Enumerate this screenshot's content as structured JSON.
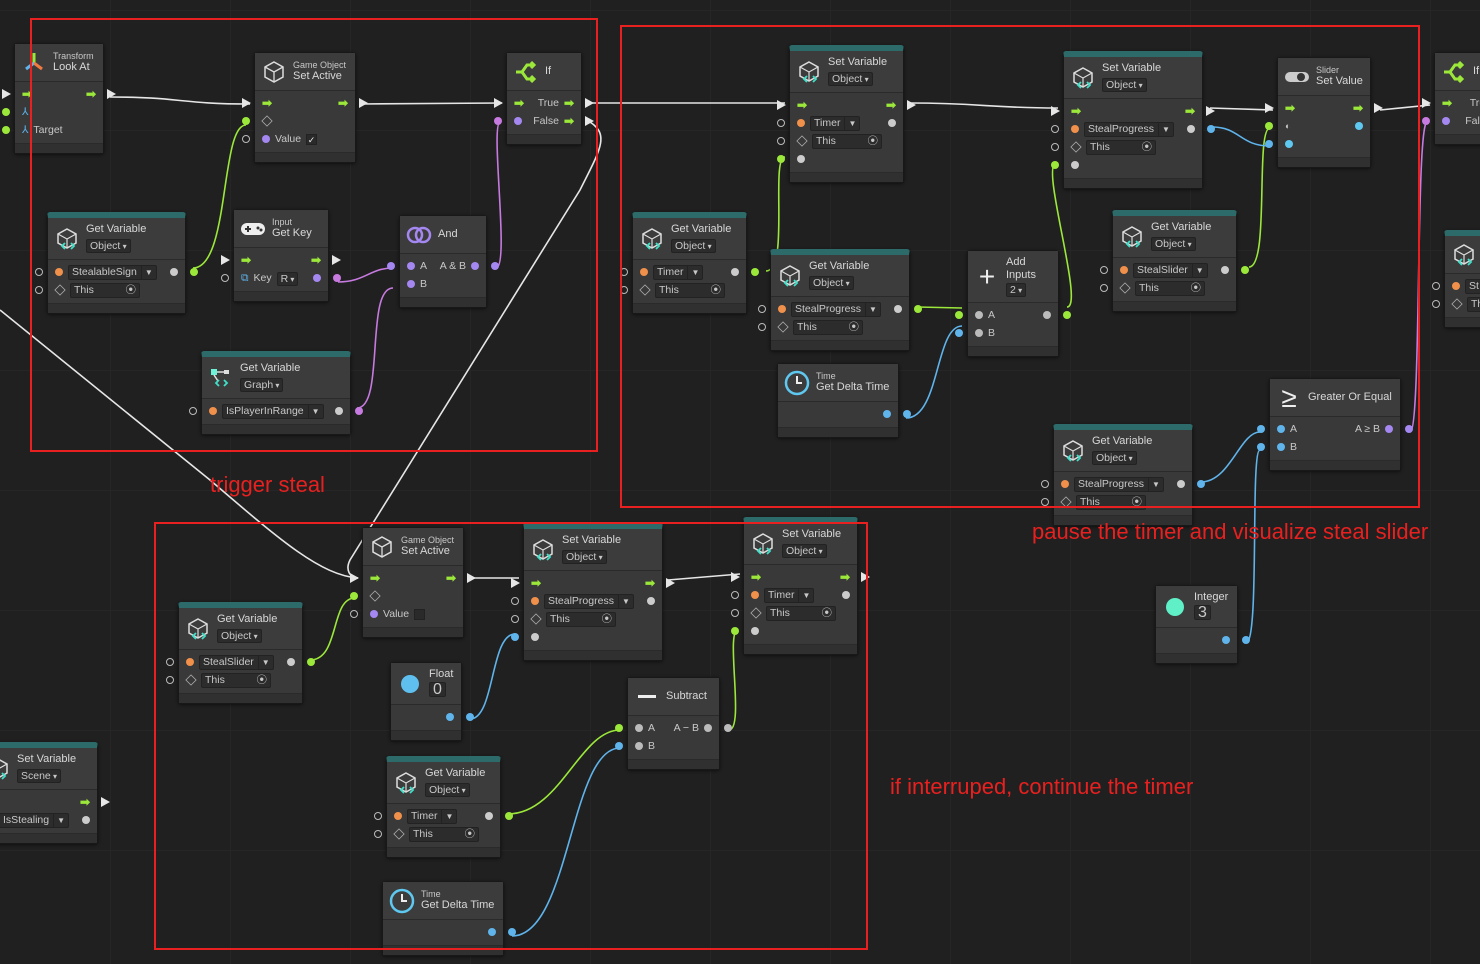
{
  "annotations": {
    "trigger": "trigger steal",
    "pause": "pause the timer and visualize steal slider",
    "interrupt": "if interruped, continue the timer"
  },
  "colors": {
    "flow": "#e6e6e6",
    "object": "#9be83a",
    "bool": "#c77ae0",
    "float": "#5fb4ec",
    "annotation": "#e8201f",
    "header_teal": "#2d6a6a"
  },
  "nodes": {
    "lookat": {
      "subtitle": "Transform",
      "title": "Look At",
      "target_label": "Target"
    },
    "setactive1": {
      "subtitle": "Game Object",
      "title": "Set Active",
      "value_label": "Value",
      "checked": "✓"
    },
    "if1": {
      "title": "If",
      "true_label": "True",
      "false_label": "False"
    },
    "getvar_sign": {
      "title": "Get Variable",
      "scope": "Object",
      "var_name": "StealableSign",
      "target": "This"
    },
    "getkey": {
      "subtitle": "Input",
      "title": "Get Key",
      "key_label": "Key",
      "key_value": "R"
    },
    "and": {
      "title": "And",
      "a": "A",
      "out": "A & B",
      "b": "B"
    },
    "getvar_graph": {
      "title": "Get Variable",
      "scope": "Graph",
      "var_name": "IsPlayerInRange"
    },
    "setvar_timer": {
      "title": "Set Variable",
      "scope": "Object",
      "var_name": "Timer",
      "target": "This"
    },
    "setvar_progress": {
      "title": "Set Variable",
      "scope": "Object",
      "var_name": "StealProgress",
      "target": "This"
    },
    "slider": {
      "subtitle": "Slider",
      "title": "Set Value"
    },
    "if2": {
      "title": "If",
      "true_label": "True",
      "false_label": "False"
    },
    "getvar_timer": {
      "title": "Get Variable",
      "scope": "Object",
      "var_name": "Timer",
      "target": "This"
    },
    "getvar_progress": {
      "title": "Get Variable",
      "scope": "Object",
      "var_name": "StealProgress",
      "target": "This"
    },
    "add": {
      "title": "Add",
      "inputs_label": "Inputs",
      "inputs_count": "2",
      "a": "A",
      "b": "B"
    },
    "getvar_slider": {
      "title": "Get Variable",
      "scope": "Object",
      "var_name": "StealSlider",
      "target": "This"
    },
    "deltatime1": {
      "subtitle": "Time",
      "title": "Get Delta Time"
    },
    "greater": {
      "title": "Greater Or Equal",
      "a": "A",
      "out": "A ≥ B",
      "b": "B"
    },
    "getvar_progress2": {
      "title": "Get Variable",
      "scope": "Object",
      "var_name": "StealProgress",
      "target": "This"
    },
    "partial": {
      "var_name": "St",
      "target": "Th"
    },
    "integer": {
      "title": "Integer",
      "value": "3"
    },
    "setactive2": {
      "subtitle": "Game Object",
      "title": "Set Active",
      "value_label": "Value",
      "checked": ""
    },
    "setvar_progress_b": {
      "title": "Set Variable",
      "scope": "Object",
      "var_name": "StealProgress",
      "target": "This"
    },
    "setvar_timer_b": {
      "title": "Set Variable",
      "scope": "Object",
      "var_name": "Timer",
      "target": "This"
    },
    "getvar_slider_b": {
      "title": "Get Variable",
      "scope": "Object",
      "var_name": "StealSlider",
      "target": "This"
    },
    "float": {
      "title": "Float",
      "value": "0"
    },
    "subtract": {
      "title": "Subtract",
      "a": "A",
      "out": "A − B",
      "b": "B"
    },
    "getvar_timer_b": {
      "title": "Get Variable",
      "scope": "Object",
      "var_name": "Timer",
      "target": "This"
    },
    "deltatime2": {
      "subtitle": "Time",
      "title": "Get Delta Time"
    },
    "setvar_scene": {
      "title": "Set Variable",
      "scope": "Scene",
      "var_name": "IsStealing"
    }
  }
}
